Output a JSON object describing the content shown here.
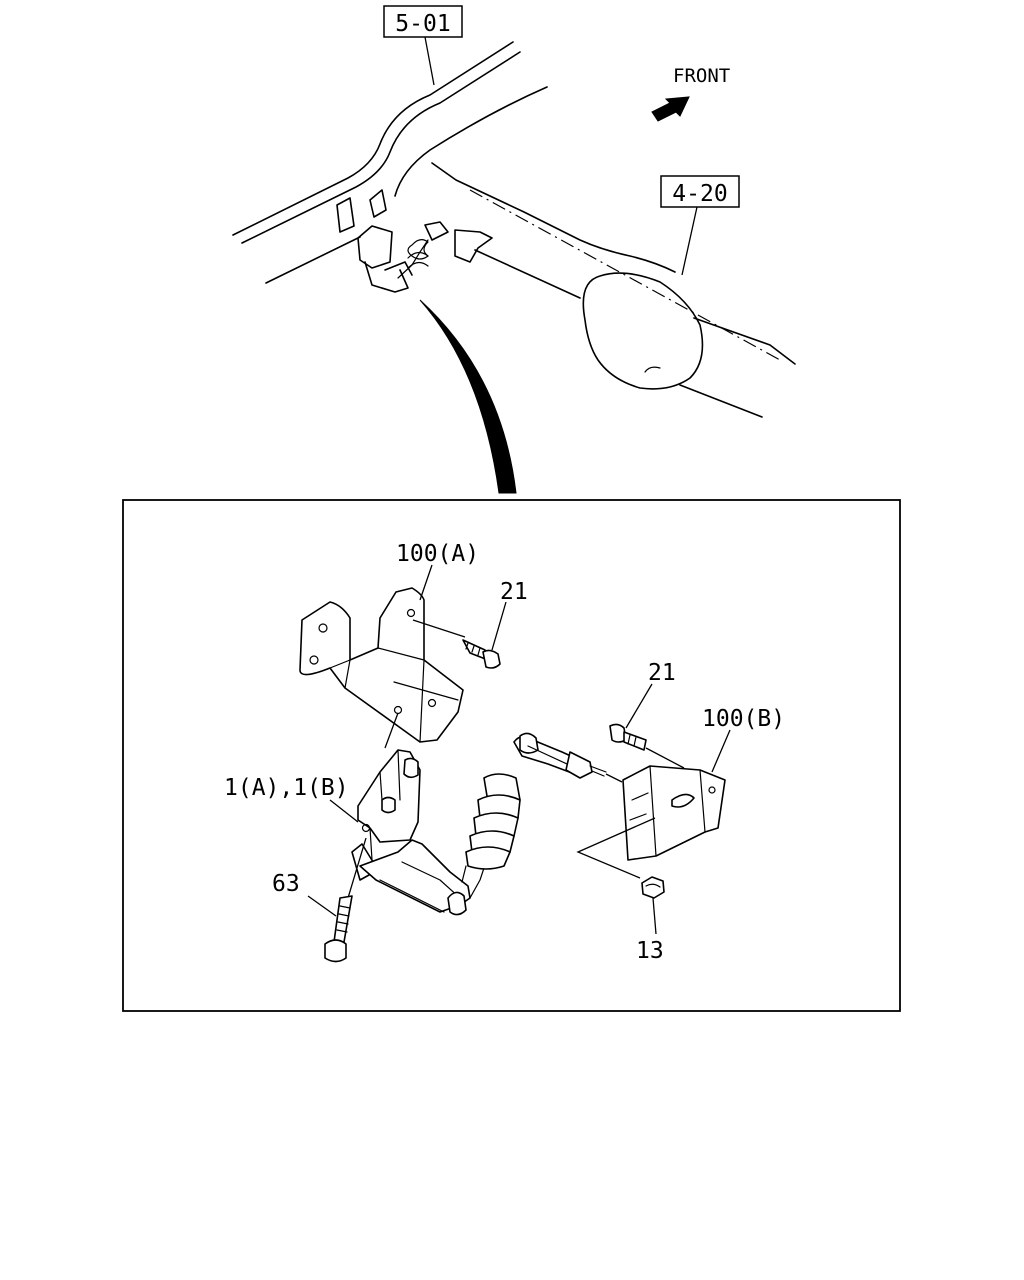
{
  "overview": {
    "ref_frame": "5-01",
    "ref_axle": "4-20",
    "direction_label": "FRONT"
  },
  "detail": {
    "callouts": {
      "bracket_a": "100(A)",
      "bolt_upper": "21",
      "bolt_right": "21",
      "bracket_b": "100(B)",
      "sensor": "1(A),1(B)",
      "bolt_lower": "63",
      "nut": "13"
    }
  },
  "icons": {
    "direction_arrow": "arrow-front-icon"
  }
}
